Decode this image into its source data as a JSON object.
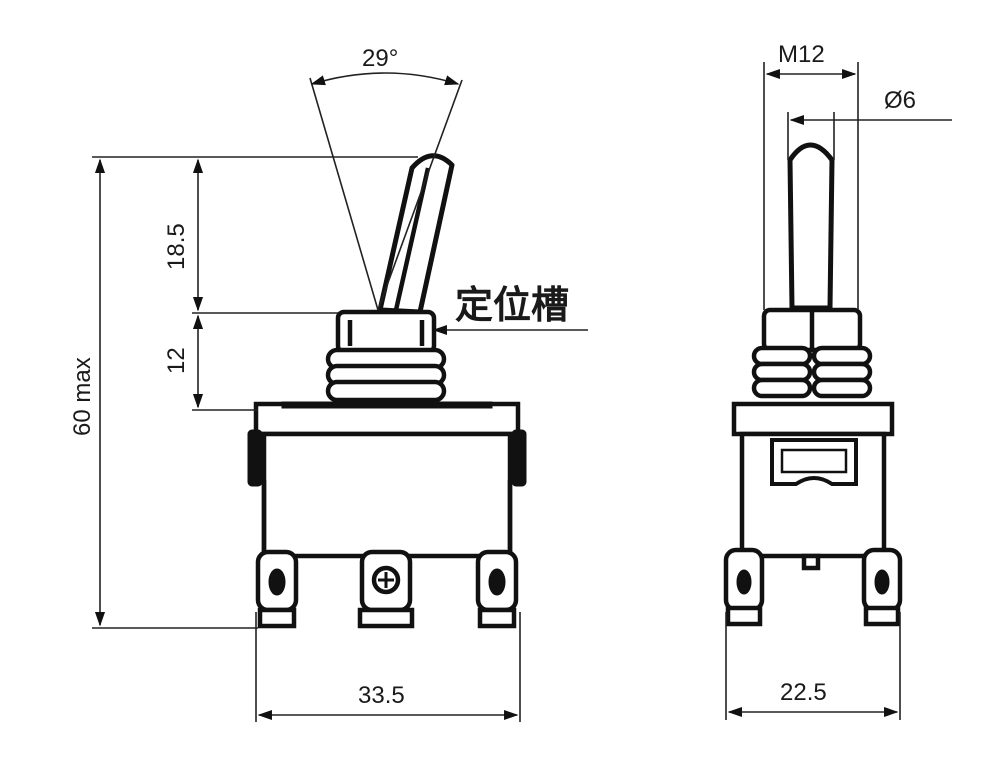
{
  "diagram": {
    "labels": {
      "angle": "29°",
      "lever_height": "18.5",
      "bushing_height": "12",
      "total_height": "60 max",
      "width_front": "33.5",
      "thread": "M12",
      "lever_diameter": "Ø6",
      "width_side": "22.5",
      "detent_groove": "定位槽"
    }
  }
}
